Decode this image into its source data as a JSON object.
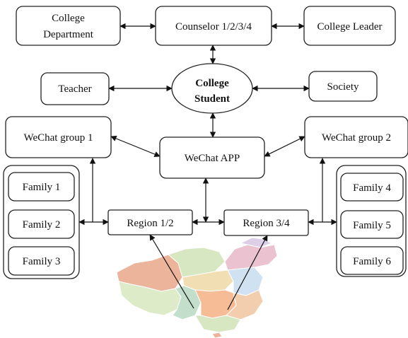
{
  "diagram": {
    "nodes": {
      "college_department": [
        "College",
        "Department"
      ],
      "counselor": "Counselor 1/2/3/4",
      "college_leader": "College Leader",
      "teacher": "Teacher",
      "college_student": [
        "College",
        "Student"
      ],
      "society": "Society",
      "wechat_group_1": "WeChat group 1",
      "wechat_app": "WeChat APP",
      "wechat_group_2": "WeChat group 2",
      "family_1": "Family 1",
      "family_2": "Family 2",
      "family_3": "Family 3",
      "region_12": "Region 1/2",
      "region_34": "Region 3/4",
      "family_4": "Family 4",
      "family_5": "Family 5",
      "family_6": "Family 6"
    },
    "map": {
      "depicts": "map of China divided into colored provinces",
      "colors": [
        "#e9a98a",
        "#f2c6a0",
        "#cfe3b8",
        "#b9d9c2",
        "#e8b8c8",
        "#d9c7e6",
        "#f0d9a6",
        "#c8dcef",
        "#f4b183",
        "#d8e8c0"
      ]
    }
  }
}
